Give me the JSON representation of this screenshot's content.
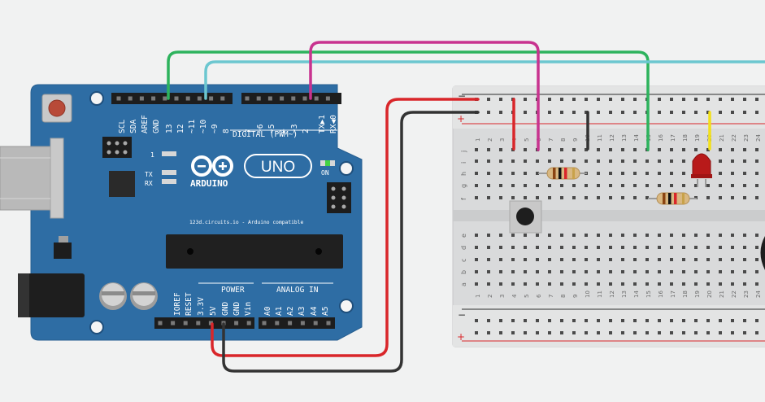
{
  "arduino": {
    "brand": "ARDUINO",
    "model": "UNO",
    "subtitle": "123d.circuits.io - Arduino compatible",
    "digital_header": "DIGITAL (PWM~)",
    "power_header": "POWER",
    "analog_header": "ANALOG IN",
    "digital_pins": [
      "SCL",
      "SDA",
      "AREF",
      "GND",
      "13",
      "12",
      "~11",
      "~10",
      "~9",
      "8",
      "7",
      "~6",
      "~5",
      "4",
      "~3",
      "2",
      "TX▶1",
      "RX◀0"
    ],
    "power_pins": [
      "IOREF",
      "RESET",
      "3.3V",
      "5V",
      "GND",
      "GND",
      "Vin"
    ],
    "analog_pins": [
      "A0",
      "A1",
      "A2",
      "A3",
      "A4",
      "A5"
    ],
    "led_labels": {
      "l": "1",
      "tx": "TX",
      "rx": "RX",
      "on": "ON"
    }
  },
  "breadboard": {
    "column_count": 24,
    "top_rows": [
      "j",
      "i",
      "h",
      "g",
      "f"
    ],
    "bottom_rows": [
      "e",
      "d",
      "c",
      "b",
      "a"
    ],
    "rail_minus": "−",
    "rail_plus": "+"
  },
  "colors": {
    "board": "#2e6da4",
    "breadboard": "#d9dadb",
    "wire_green": "#2db35d",
    "wire_cyan": "#6cc7d0",
    "wire_magenta": "#c8338f",
    "wire_red": "#d9262a",
    "wire_black": "#333333",
    "wire_yellow": "#f2e019",
    "led_red": "#b81a1a"
  },
  "components": [
    "resistor",
    "resistor",
    "red-led",
    "pushbutton"
  ]
}
